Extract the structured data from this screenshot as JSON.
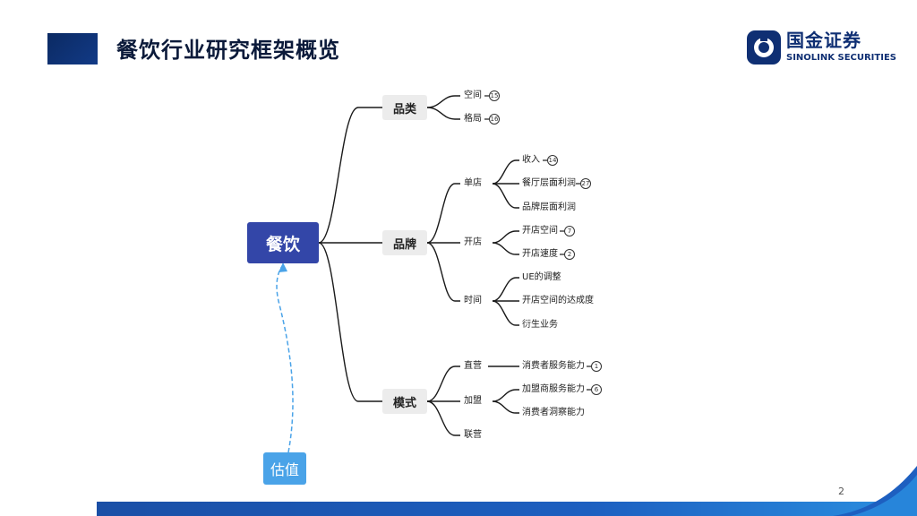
{
  "header": {
    "title": "餐饮行业研究框架概览",
    "logo_cn": "国金证券",
    "logo_en": "SINOLINK SECURITIES"
  },
  "mindmap": {
    "root": "餐饮",
    "valuation": "估值",
    "branches": {
      "category": {
        "label": "品类",
        "children": [
          {
            "label": "空间",
            "badge": "15"
          },
          {
            "label": "格局",
            "badge": "16"
          }
        ]
      },
      "brand": {
        "label": "品牌",
        "groups": [
          {
            "label": "单店",
            "children": [
              {
                "label": "收入",
                "badge": "14"
              },
              {
                "label": "餐厅层面利润",
                "badge": "27"
              },
              {
                "label": "品牌层面利润",
                "badge": ""
              }
            ]
          },
          {
            "label": "开店",
            "children": [
              {
                "label": "开店空间",
                "badge": "7"
              },
              {
                "label": "开店速度",
                "badge": "2"
              }
            ]
          },
          {
            "label": "时间",
            "children": [
              {
                "label": "UE的调整",
                "badge": ""
              },
              {
                "label": "开店空间的达成度",
                "badge": ""
              },
              {
                "label": "衍生业务",
                "badge": ""
              }
            ]
          }
        ]
      },
      "model": {
        "label": "模式",
        "groups": [
          {
            "label": "直营",
            "children": [
              {
                "label": "消费者服务能力",
                "badge": "1"
              }
            ]
          },
          {
            "label": "加盟",
            "children": [
              {
                "label": "加盟商服务能力",
                "badge": "6"
              },
              {
                "label": "消费者洞察能力",
                "badge": ""
              }
            ]
          },
          {
            "label": "联营",
            "children": []
          }
        ]
      }
    }
  },
  "footer": {
    "page_number": "2"
  },
  "colors": {
    "root": "#3346a8",
    "valuation": "#4aa3e8",
    "brand_navy": "#0f2f73",
    "arrow": "#4aa3e8"
  }
}
